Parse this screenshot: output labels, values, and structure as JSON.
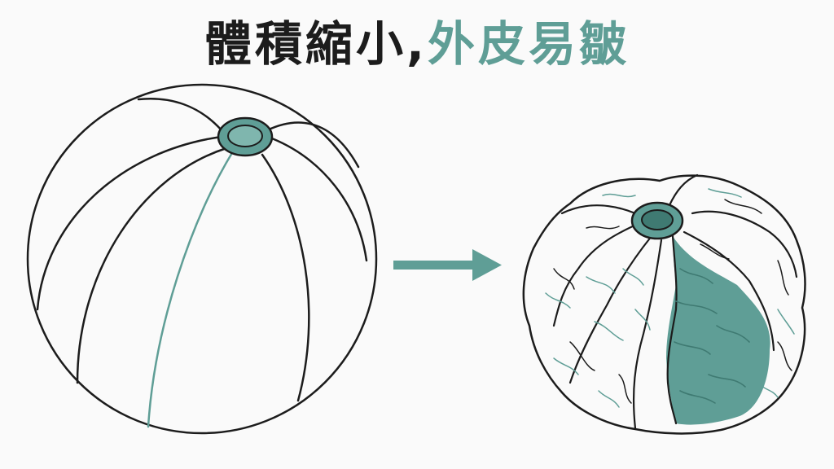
{
  "title": {
    "part1": "體積縮小,",
    "part2": "外皮易皺"
  },
  "colors": {
    "accent": "#5f9e96",
    "accent_dark": "#3f7a72",
    "line": "#1c1c1c",
    "background": "#fafafa"
  },
  "illustrations": {
    "left": "full-ball",
    "arrow": "right-arrow-icon",
    "right": "shrunken-wrinkled-ball"
  }
}
